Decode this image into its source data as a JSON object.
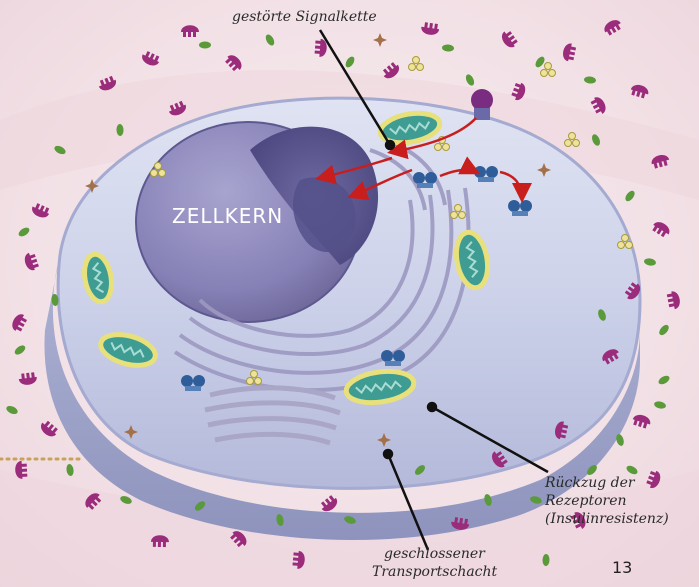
{
  "labels": {
    "signal_chain": "gestörte Signalkette",
    "nucleus": "ZELLKERN",
    "receptor_withdrawal_line1": "Rückzug der",
    "receptor_withdrawal_line2": "Rezeptoren",
    "receptor_withdrawal_line3": "(Insulinresistenz)",
    "transport_line1": "geschlossener",
    "transport_line2": "Transportschacht"
  },
  "page_number": "13",
  "colors": {
    "background": "#f3e6ea",
    "cell_body": "#c9cfe6",
    "cell_rim": "#9aa0c8",
    "nucleus": "#8a86b8",
    "insulin_molecule": "#9b2c7c",
    "leaf_particle": "#5a9a3a",
    "mitochondrion": "#3e9c93",
    "mitochondrion_rim": "#e8e07a",
    "signal_arrow": "#c81e1e",
    "dotted_line": "#c9a25a"
  }
}
